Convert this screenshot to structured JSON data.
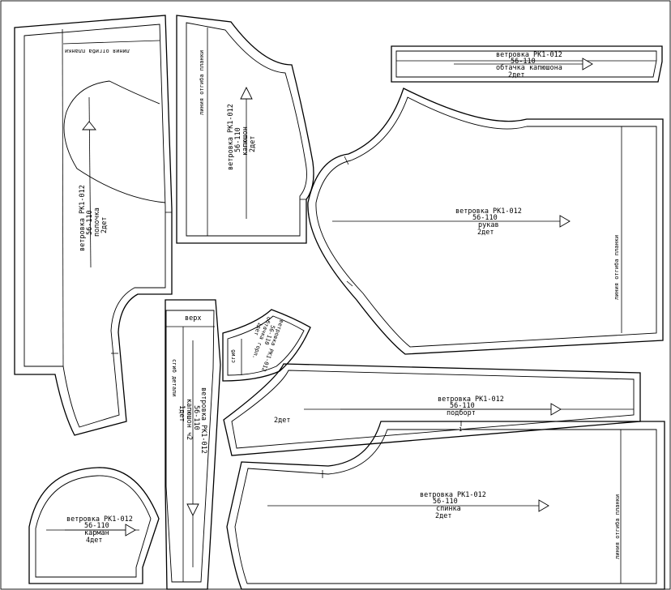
{
  "pieces": {
    "polochka": {
      "title": "ветровка РК1-012",
      "size": "56-110",
      "name": "полочка",
      "qty": "2дет",
      "edge_label": "линия отгиба планки"
    },
    "kapyushon": {
      "title": "ветровка РК1-012",
      "size": "56-110",
      "name": "капюшон",
      "qty": "2дет",
      "edge_label": "линия отгиба планки"
    },
    "obtachka": {
      "title": "ветровка РК1-012",
      "size": "56-110",
      "name": "обтачка капюшона",
      "qty": "2дет"
    },
    "rukav": {
      "title": "ветровка РК1-012",
      "size": "56-110",
      "name": "рукав",
      "qty": "2дет",
      "edge_label": "линия отгиба планки"
    },
    "kapyushon_ch2": {
      "top_label": "верх",
      "title": "ветровка РК1-012",
      "size": "56-110",
      "name": "капюшон ч2",
      "qty": "1дет",
      "edge_label": "сгиб детали"
    },
    "obtachka_gorl": {
      "title": "ветровка РК1-012",
      "size": "56-110",
      "name": "обтачка горл.",
      "qty": "1дет",
      "fold_label": "сгиб"
    },
    "podbort": {
      "title": "ветровка РК1-012",
      "size": "56-110",
      "name": "подборт",
      "qty": "2дет",
      "notch_label": "1"
    },
    "karman": {
      "title": "ветровка РК1-012",
      "size": "56-110",
      "name": "карман",
      "qty": "4дет"
    },
    "spinka": {
      "title": "ветровка РК1-012",
      "size": "56-110",
      "name": "спинка",
      "qty": "2дет",
      "edge_label": "линия отгиба планки"
    }
  }
}
